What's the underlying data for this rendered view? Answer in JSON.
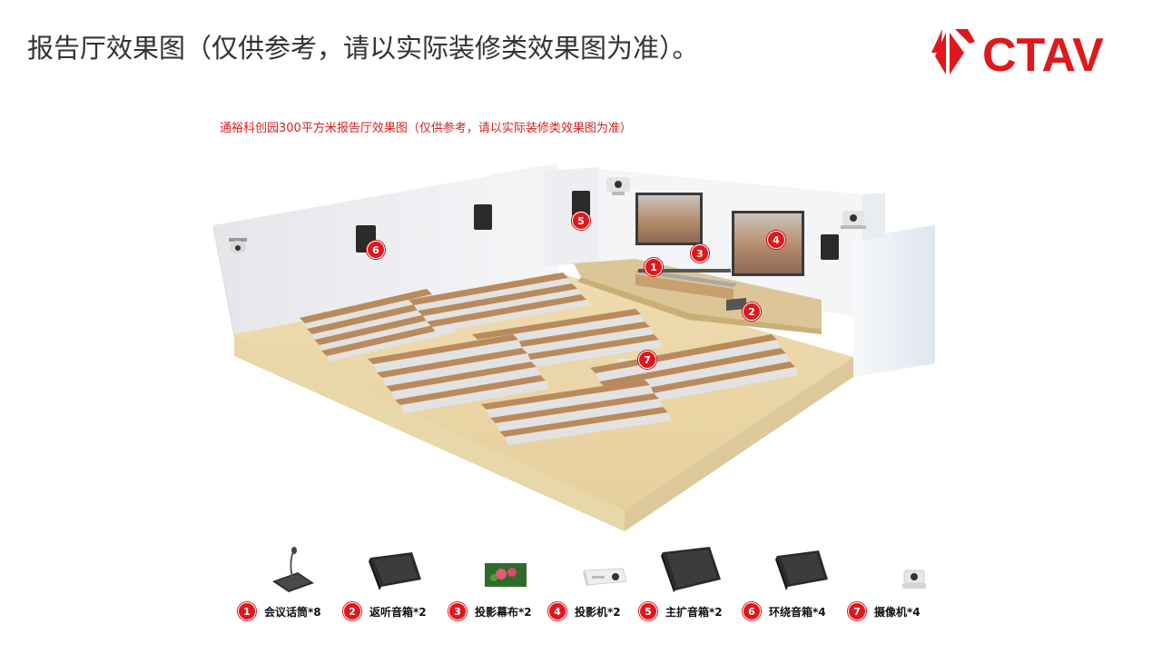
{
  "page": {
    "title": "报告厅效果图（仅供参考，请以实际装修类效果图为准）。",
    "subtitle": "通裕科创园300平方米报告厅效果图（仅供参考，请以实际装修类效果图为准）"
  },
  "brand": {
    "logo_text": "CTAV",
    "color": "#e0171c"
  },
  "scene": {
    "markers": [
      "1",
      "2",
      "3",
      "4",
      "5",
      "6",
      "7"
    ]
  },
  "legend": {
    "items": [
      {
        "num": "1",
        "label": "会议话筒*8",
        "icon": "conference-microphone-icon"
      },
      {
        "num": "2",
        "label": "返听音箱*2",
        "icon": "monitor-speaker-icon"
      },
      {
        "num": "3",
        "label": "投影幕布*2",
        "icon": "projection-screen-icon"
      },
      {
        "num": "4",
        "label": "投影机*2",
        "icon": "projector-icon"
      },
      {
        "num": "5",
        "label": "主扩音箱*2",
        "icon": "main-speaker-icon"
      },
      {
        "num": "6",
        "label": "环绕音箱*4",
        "icon": "surround-speaker-icon"
      },
      {
        "num": "7",
        "label": "摄像机*4",
        "icon": "camera-icon"
      }
    ]
  }
}
